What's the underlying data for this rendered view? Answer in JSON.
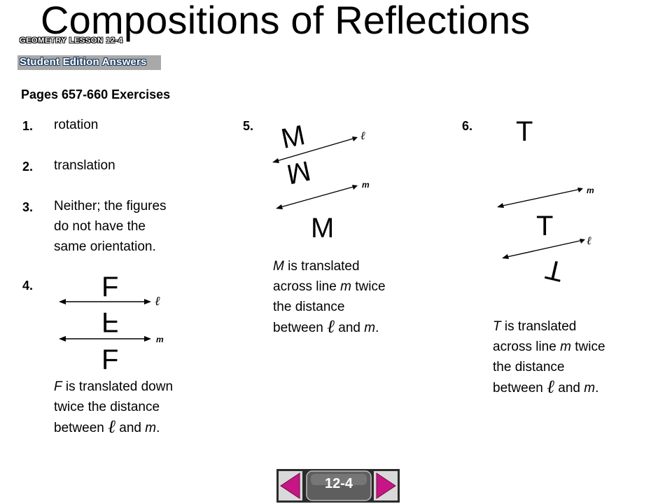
{
  "header": {
    "title": "Compositions of Reflections",
    "lesson_label": "GEOMETRY LESSON 12-4",
    "answers_banner": "Student Edition Answers"
  },
  "pages_heading": "Pages 657-660 Exercises",
  "exercises": {
    "e1": {
      "num": "1.",
      "answer": "rotation"
    },
    "e2": {
      "num": "2.",
      "answer": "translation"
    },
    "e3": {
      "num": "3.",
      "line1": "Neither; the figures",
      "line2": "do not have the",
      "line3": "same orientation."
    },
    "e4": {
      "num": "4.",
      "letter": "F",
      "line_labels": [
        "ℓ",
        "m"
      ],
      "caption": {
        "line1_var": "F",
        "line1_rest": " is translated down",
        "line2": "twice the distance",
        "line3_pre": "between ",
        "ell": "ℓ",
        "line3_mid": " and ",
        "line3_var": "m",
        "line3_end": "."
      }
    },
    "e5": {
      "num": "5.",
      "letter": "M",
      "line_labels": [
        "ℓ",
        "m"
      ],
      "caption": {
        "line1_var": "M",
        "line1_rest": " is translated",
        "line2_pre": "across line ",
        "line2_var": "m",
        "line2_rest": " twice",
        "line3": "the distance",
        "line4_pre": "between ",
        "ell": "ℓ",
        "line4_mid": " and ",
        "line4_var": "m",
        "line4_end": "."
      }
    },
    "e6": {
      "num": "6.",
      "letter": "T",
      "line_labels": [
        "m",
        "ℓ"
      ],
      "caption": {
        "line1_var": "T",
        "line1_rest": " is translated",
        "line2_pre": "across line ",
        "line2_var": "m",
        "line2_rest": " twice",
        "line3": "the distance",
        "line4_pre": "between ",
        "ell": "ℓ",
        "line4_mid": " and ",
        "line4_var": "m",
        "line4_end": "."
      }
    }
  },
  "nav": {
    "label": "12-4",
    "button_color": "#c71585",
    "bar_color": "#2b2b2b"
  }
}
